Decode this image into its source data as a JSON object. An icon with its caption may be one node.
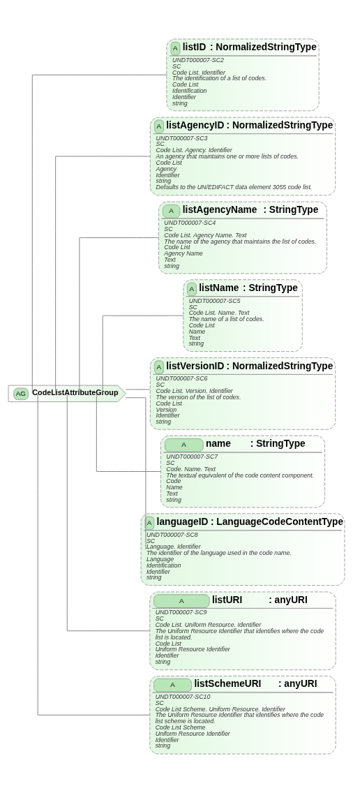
{
  "diagram": {
    "nodes": [
      {
        "text": [
          "AG",
          "CodeListAttributeGroup"
        ]
      },
      {
        "text": [
          "A",
          "listID",
          ": NormalizedStringType",
          "UNDT000007-SC2",
          "SC",
          "Code List. Identifier",
          "The identification of a list of codes.",
          "Code List",
          "Identification",
          "Identifier",
          "string"
        ]
      },
      {
        "text": [
          "A",
          "listAgencyID",
          ": NormalizedStringType",
          "UNDT000007-SC3",
          "SC",
          "Code List. Agency. Identifier",
          "An agency that maintains one or more lists of codes.",
          "Code List",
          "Agency",
          "Identifier",
          "string",
          "Defaults to the UN/EDIFACT data element 3055 code list."
        ]
      },
      {
        "text": [
          "A",
          "listAgencyName",
          ": StringType",
          "UNDT000007-SC4",
          "SC",
          "Code List. Agency Name. Text",
          "The name of the agency that maintains the list of codes.",
          "Code List",
          "Agency Name",
          "Text",
          "string"
        ]
      },
      {
        "text": [
          "A",
          "listName",
          ": StringType",
          "UNDT000007-SC5",
          "SC",
          "Code List. Name. Text",
          "The name of a list of codes.",
          "Code List",
          "Name",
          "Text",
          "string"
        ]
      },
      {
        "text": [
          "A",
          "listVersionID",
          ": NormalizedStringType",
          "UNDT000007-SC6",
          "SC",
          "Code List. Version. Identifier",
          "The version of the list of codes.",
          "Code List",
          "Version",
          "Identifier",
          "string"
        ]
      },
      {
        "text": [
          "A",
          "name",
          ": StringType",
          "UNDT000007-SC7",
          "SC",
          "Code. Name. Text",
          "The textual equivalent of the code content component.",
          "Code",
          "Name",
          "Text",
          "string"
        ]
      },
      {
        "text": [
          "A",
          "languageID",
          ": LanguageCodeContentType",
          "UNDT000007-SC8",
          "SC",
          "Language. Identifier",
          "The identifier of the language used in the code name.",
          "Language",
          "Identification",
          "Identifier",
          "string"
        ]
      },
      {
        "text": [
          "A",
          "listURI",
          ": anyURI",
          "UNDT000007-SC9",
          "SC",
          "Code List. Uniform Resource. Identifier",
          "The Uniform Resource Identifier that identifies where the code list is located.",
          "Code List",
          "Uniform Resource Identifier",
          "Identifier",
          "string"
        ]
      },
      {
        "text": [
          "A",
          "listSchemeURI",
          ": anyURI",
          "UNDT000007-SC10",
          "SC",
          "Code List Scheme. Uniform Resource. Identifier",
          "The Uniform Resource Identifier that identifies where the code list scheme is located.",
          "Code List Scheme",
          "Uniform Resource Identifier",
          "Identifier",
          "string"
        ]
      }
    ],
    "edges": [
      {
        "from": 0,
        "to": 1,
        "arrow": "none"
      },
      {
        "from": 0,
        "to": 2,
        "arrow": "none"
      },
      {
        "from": 0,
        "to": 3,
        "arrow": "none"
      },
      {
        "from": 0,
        "to": 4,
        "arrow": "none"
      },
      {
        "from": 0,
        "to": 5,
        "arrow": "none"
      },
      {
        "from": 0,
        "to": 6,
        "arrow": "none"
      },
      {
        "from": 0,
        "to": 7,
        "arrow": "none"
      },
      {
        "from": 0,
        "to": 8,
        "arrow": "none"
      },
      {
        "from": 0,
        "to": 9,
        "arrow": "none"
      }
    ]
  }
}
